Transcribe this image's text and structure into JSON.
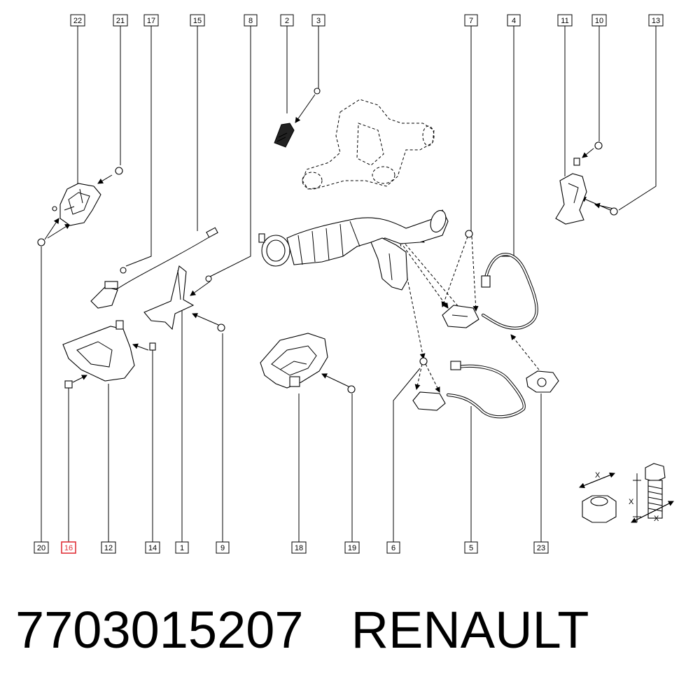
{
  "callouts": {
    "c22": "22",
    "c21": "21",
    "c17": "17",
    "c15": "15",
    "c8": "8",
    "c2": "2",
    "c3": "3",
    "c7": "7",
    "c4": "4",
    "c11": "11",
    "c10": "10",
    "c13": "13",
    "c20": "20",
    "c16": "16",
    "c12": "12",
    "c14": "14",
    "c1": "1",
    "c9": "9",
    "c18": "18",
    "c19": "19",
    "c6": "6",
    "c5": "5",
    "c23": "23"
  },
  "highlighted_callout": "16",
  "highlight_color": "#e0323a",
  "dimension_symbol": "X",
  "footer": {
    "part_number": "7703015207",
    "brand": "RENAULT"
  }
}
